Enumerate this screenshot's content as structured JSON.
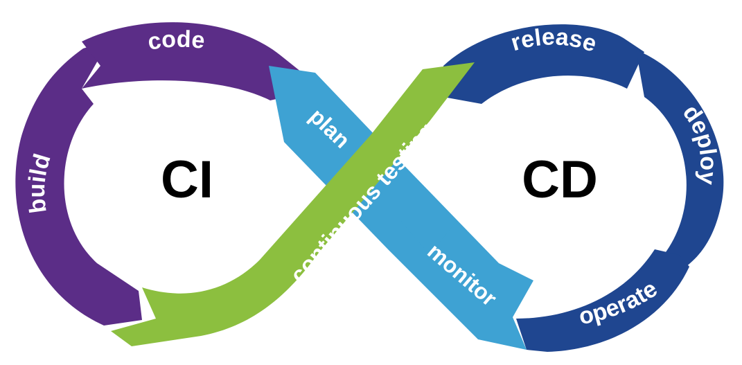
{
  "left_loop": {
    "center_label": "CI",
    "segments": {
      "code": "code",
      "build": "build"
    }
  },
  "right_loop": {
    "center_label": "CD",
    "segments": {
      "release": "release",
      "deploy": "deploy",
      "operate": "operate"
    }
  },
  "crossing": {
    "plan": "plan",
    "monitor": "monitor",
    "continuous_testing": "continuous testing"
  },
  "colors": {
    "purple": "#5b2d87",
    "dark_blue": "#1f4690",
    "light_blue": "#3ea2d3",
    "green": "#8cbf3f",
    "text_light": "#ffffff",
    "text_dark": "#000000"
  }
}
